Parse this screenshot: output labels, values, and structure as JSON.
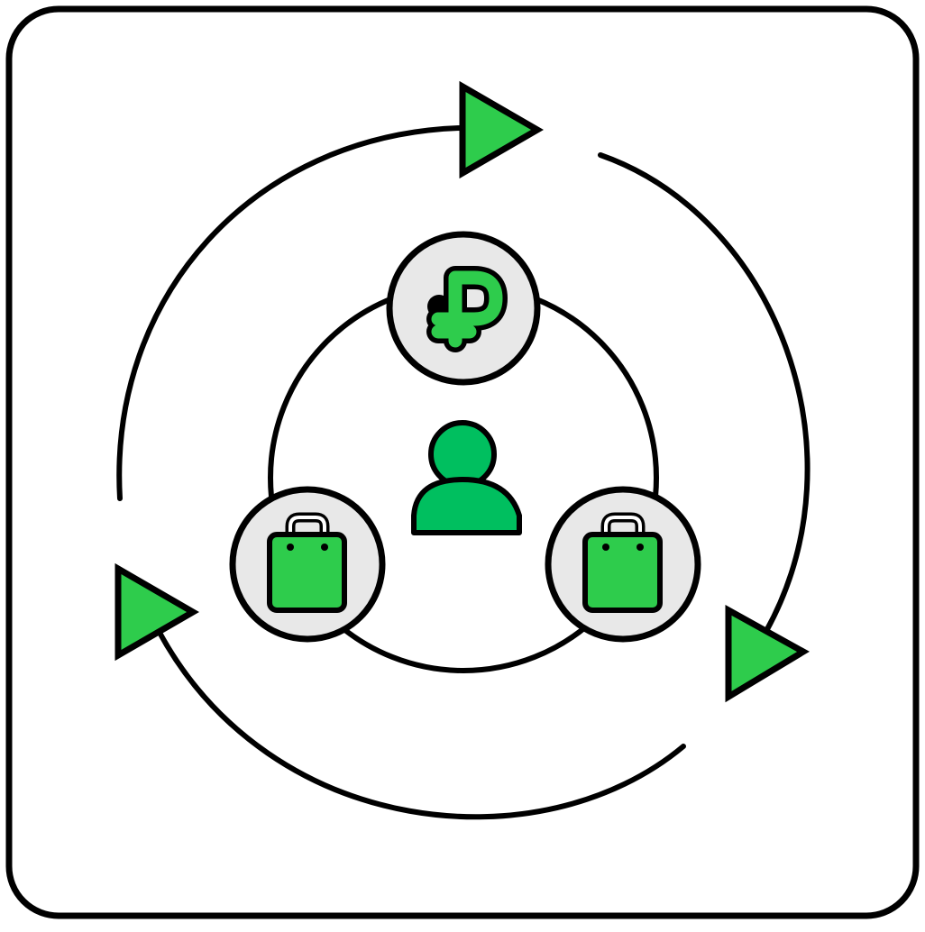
{
  "diagram": {
    "kind": "cycle-icon",
    "colors": {
      "outline": "#000000",
      "background": "#ffffff",
      "node_fill": "#e8e8e8",
      "accent_green": "#2ecc4c",
      "person_green": "#00bf5f"
    },
    "outer_cycle": {
      "arrow_count": 3,
      "direction": "clockwise"
    },
    "nodes": [
      {
        "name": "ruble-node",
        "icon": "ruble-sign-icon",
        "position": "top"
      },
      {
        "name": "shopping-bag-node-left",
        "icon": "shopping-bag-icon",
        "position": "bottom-left"
      },
      {
        "name": "shopping-bag-node-right",
        "icon": "shopping-bag-icon",
        "position": "bottom-right"
      }
    ],
    "center": {
      "icon": "person-icon"
    }
  }
}
